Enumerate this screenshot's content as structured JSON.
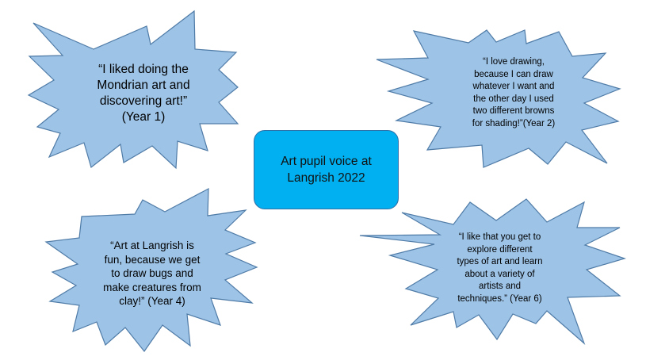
{
  "colors": {
    "burst_fill": "#9dc3e6",
    "burst_stroke": "#4f7ba7",
    "center_fill": "#00b0f0"
  },
  "center": {
    "title": "Art pupil voice at\nLangrish 2022"
  },
  "quotes": [
    {
      "shape": "explosion",
      "text": "“I liked doing the\nMondrian art and\ndiscovering art!”\n(Year 1)"
    },
    {
      "shape": "explosion",
      "text": "“I love drawing,\nbecause I can draw\nwhatever I want and\nthe other day I used\ntwo different browns\nfor shading!”(Year 2)"
    },
    {
      "shape": "explosion",
      "text": "“Art at Langrish is\nfun, because we get\nto draw bugs and\nmake creatures from\nclay!” (Year 4)"
    },
    {
      "shape": "explosion",
      "text": "“I like that you get to\nexplore different\ntypes of art and learn\nabout a variety of\nartists and\ntechniques.” (Year 6)"
    }
  ]
}
